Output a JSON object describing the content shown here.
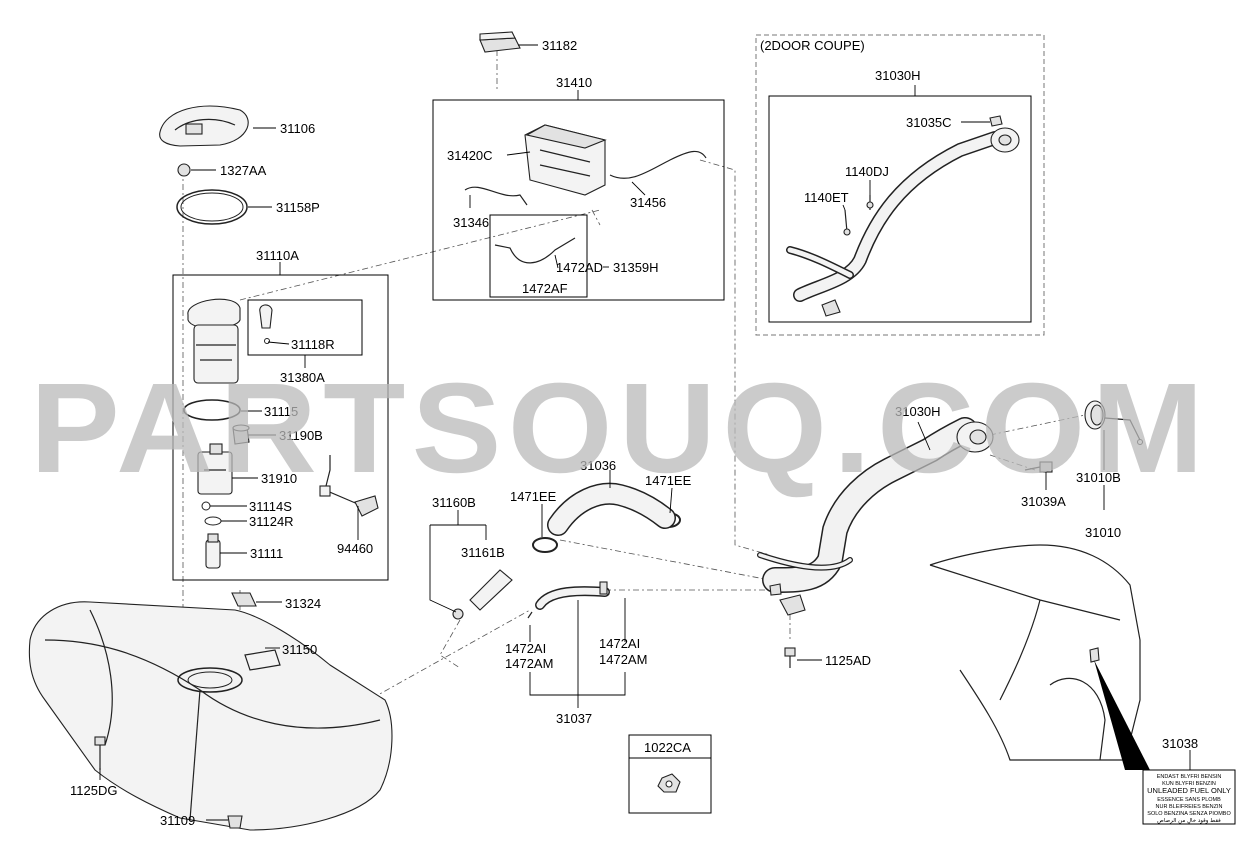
{
  "labels": {
    "p31182": "31182",
    "p31410": "31410",
    "p31420C": "31420C",
    "p31346": "31346",
    "p31456": "31456",
    "p1472AD": "1472AD",
    "p31359H": "31359H",
    "p1472AF": "1472AF",
    "p31106": "31106",
    "p1327AA": "1327AA",
    "p31158P": "31158P",
    "p31110A": "31110A",
    "p31118R": "31118R",
    "p31380A": "31380A",
    "p31115": "31115",
    "p31190B": "31190B",
    "p31910": "31910",
    "p31114S": "31114S",
    "p31124R": "31124R",
    "p31111": "31111",
    "p94460": "94460",
    "p31324": "31324",
    "p31150": "31150",
    "p1125DG": "1125DG",
    "p31109": "31109",
    "p31160B": "31160B",
    "p31161B": "31161B",
    "p1471EE_a": "1471EE",
    "p31036": "31036",
    "p1471EE_b": "1471EE",
    "p1472AI_a": "1472AI",
    "p1472AM_a": "1472AM",
    "p1472AI_b": "1472AI",
    "p1472AM_b": "1472AM",
    "p31037": "31037",
    "p1022CA": "1022CA",
    "coupe_title": "(2DOOR COUPE)",
    "p31030H_top": "31030H",
    "p31035C": "31035C",
    "p1140DJ": "1140DJ",
    "p1140ET": "1140ET",
    "p31030H": "31030H",
    "p31039A": "31039A",
    "p31010B": "31010B",
    "p31010": "31010",
    "p1125AD": "1125AD",
    "p31038": "31038"
  },
  "fuel_label": {
    "line1": "ENDAST BLYFRI BENSIN",
    "line2": "KUN BLYFRI BENZIN",
    "line3": "UNLEADED FUEL ONLY",
    "line4": "ESSENCE SANS PLOMB",
    "line5": "NUR BLEIFREIES BENZIN",
    "line6": "SOLO BENZINA SENZA PIOMBO",
    "line7": "فقط وقود خالٍ من الرصاص"
  },
  "watermark": "PARTSOUQ.COM"
}
